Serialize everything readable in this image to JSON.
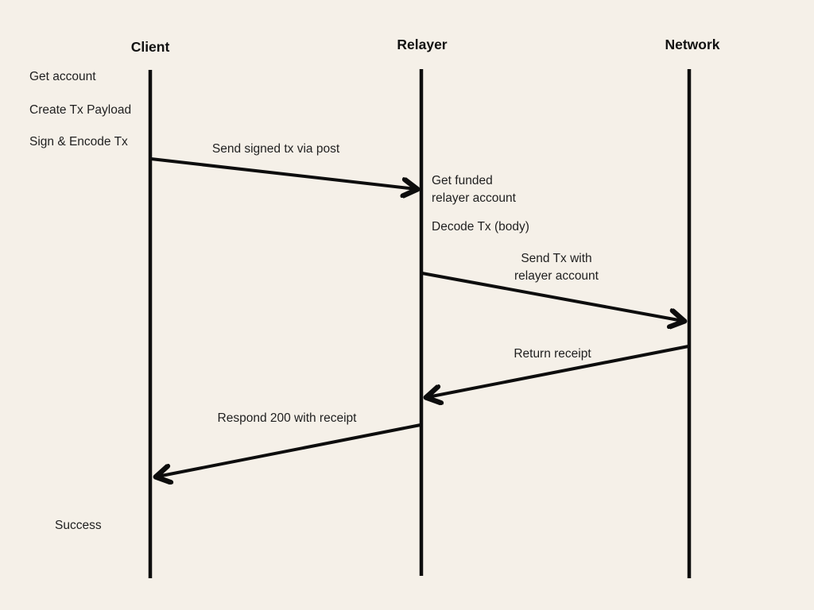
{
  "colors": {
    "background": "#f5f0e8",
    "ink": "#0d0d0d",
    "text": "#1f1f1f"
  },
  "diagram": {
    "type": "sequence",
    "actors": [
      {
        "name": "Client"
      },
      {
        "name": "Relayer"
      },
      {
        "name": "Network"
      }
    ],
    "client_notes": [
      "Get account",
      "Create Tx Payload",
      "Sign & Encode Tx"
    ],
    "relayer_notes": {
      "get_funded_line1": "Get funded",
      "get_funded_line2": "relayer account",
      "decode": "Decode Tx (body)"
    },
    "final_note": "Success",
    "messages": [
      {
        "from": "Client",
        "to": "Relayer",
        "label": "Send signed tx via post"
      },
      {
        "from": "Relayer",
        "to": "Network",
        "label": "Send Tx with relayer account",
        "label_line1": "Send Tx with",
        "label_line2": "relayer account"
      },
      {
        "from": "Network",
        "to": "Relayer",
        "label": "Return receipt"
      },
      {
        "from": "Relayer",
        "to": "Client",
        "label": "Respond 200 with receipt"
      }
    ]
  }
}
